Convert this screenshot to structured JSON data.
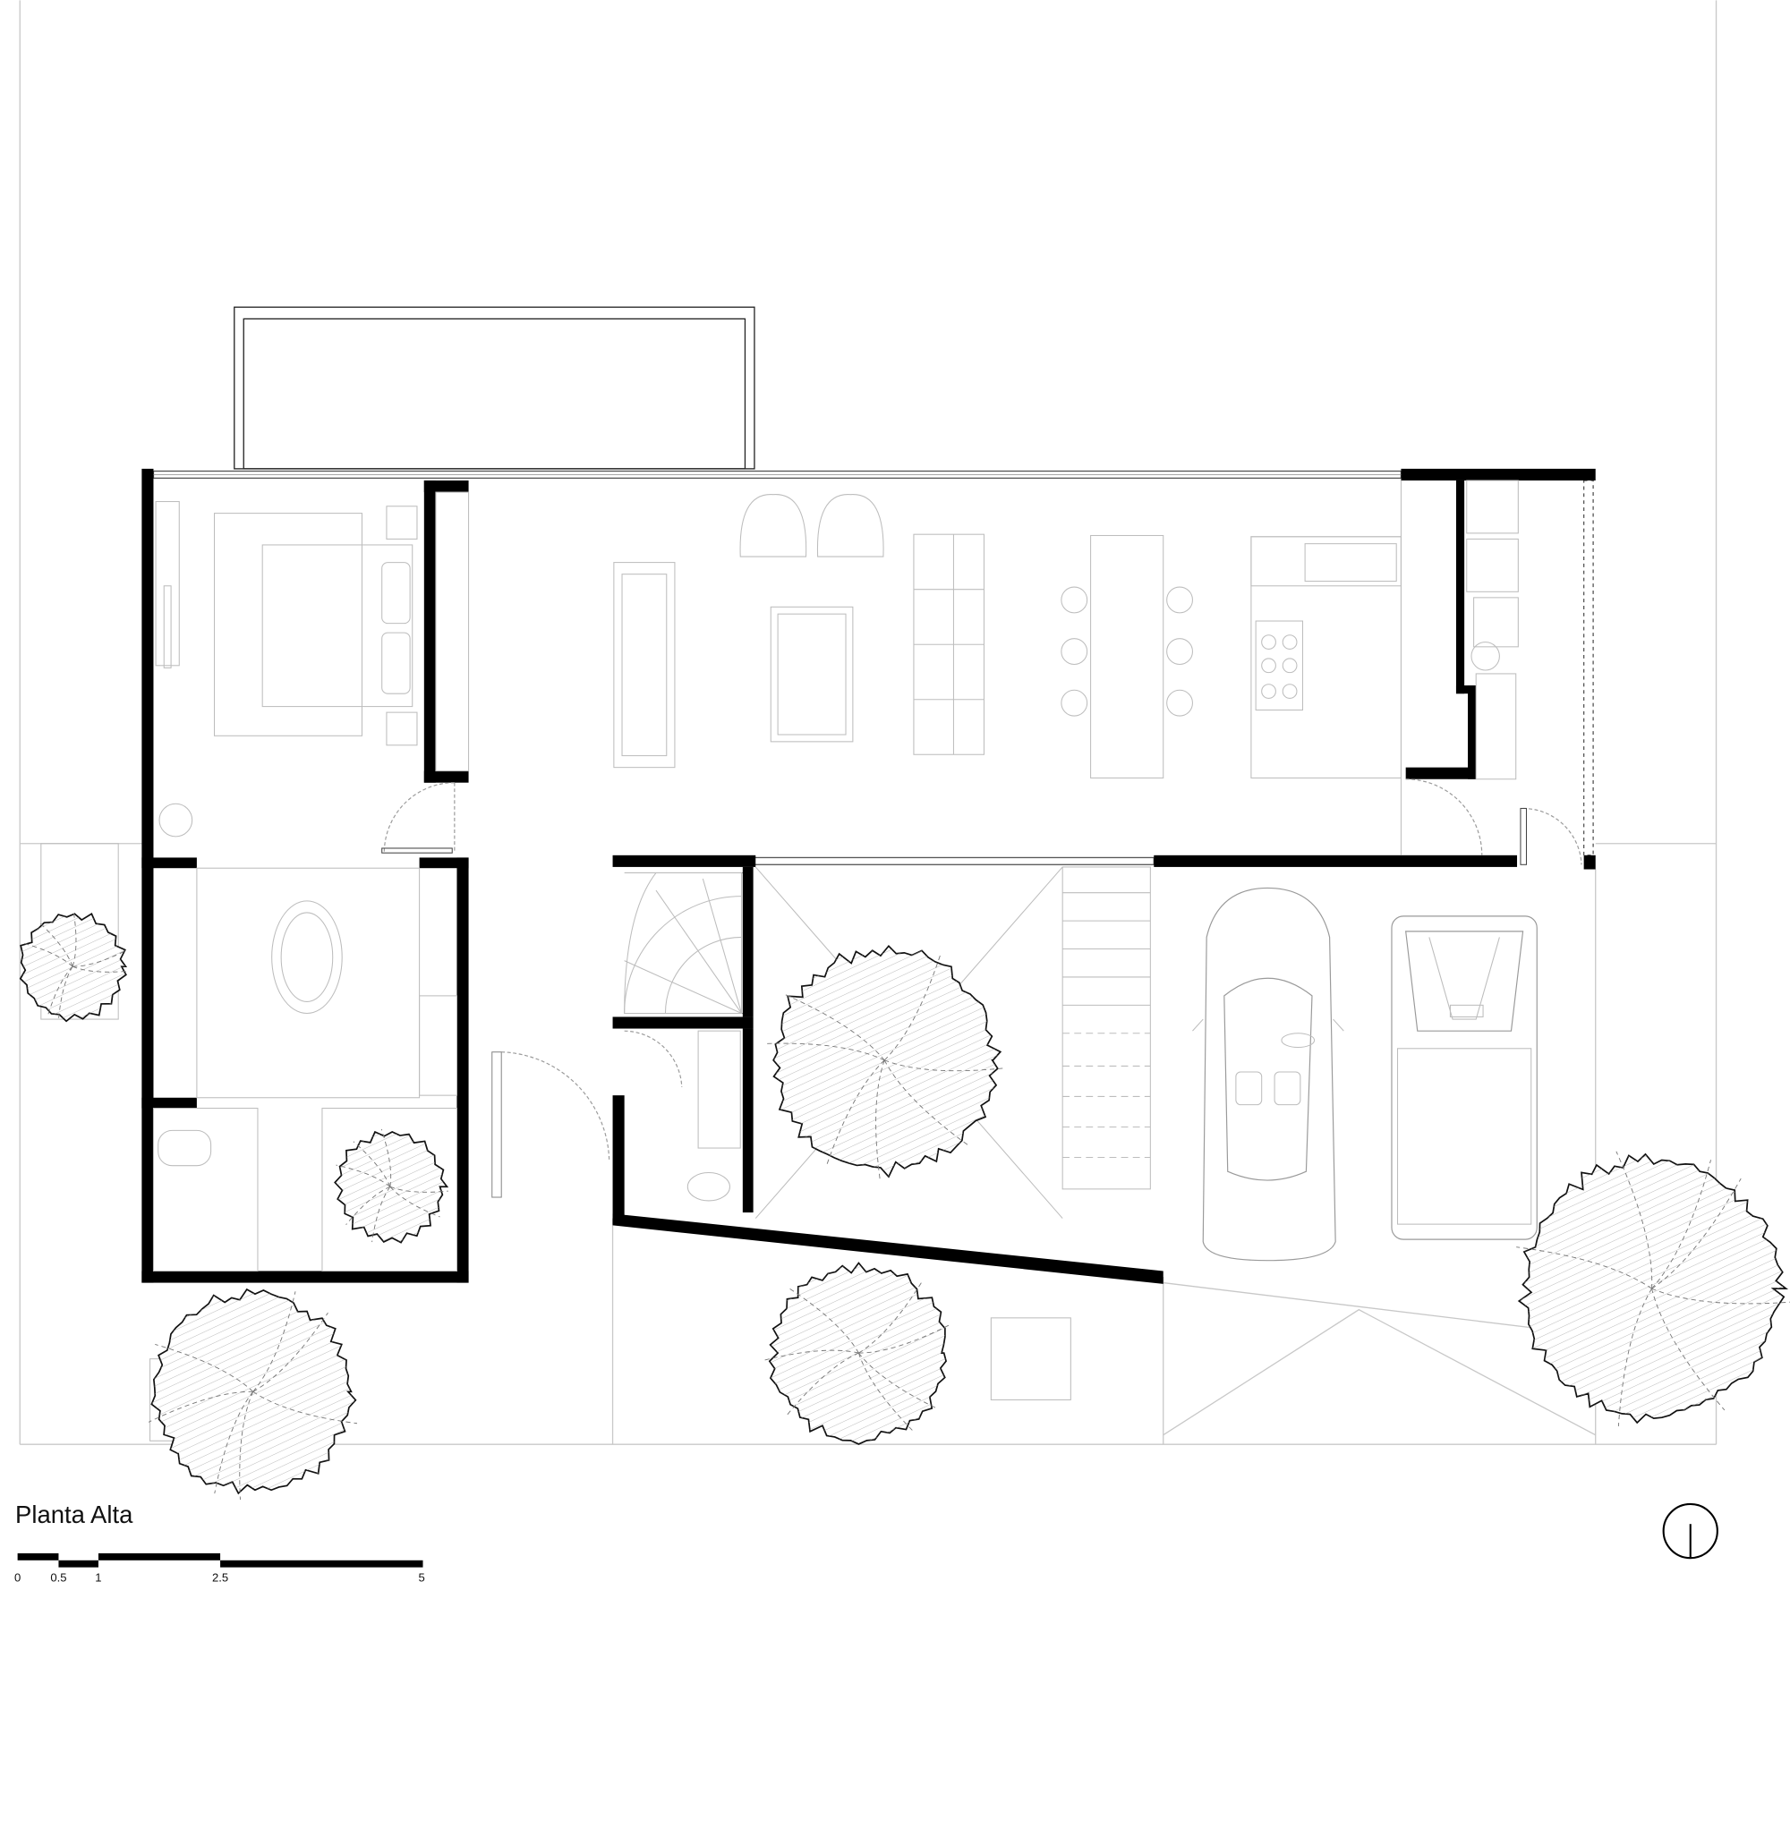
{
  "drawing": {
    "title": "Planta Alta",
    "scale_bar": {
      "labels": [
        "0",
        "0.5",
        "1",
        "2.5",
        "5"
      ]
    },
    "north_arrow": "north-arrow-icon",
    "trees": [
      "tree",
      "tree",
      "tree",
      "tree",
      "tree",
      "tree"
    ],
    "colors": {
      "walls": "#000000",
      "furniture": "#bdbdbd",
      "background": "#ffffff"
    }
  }
}
